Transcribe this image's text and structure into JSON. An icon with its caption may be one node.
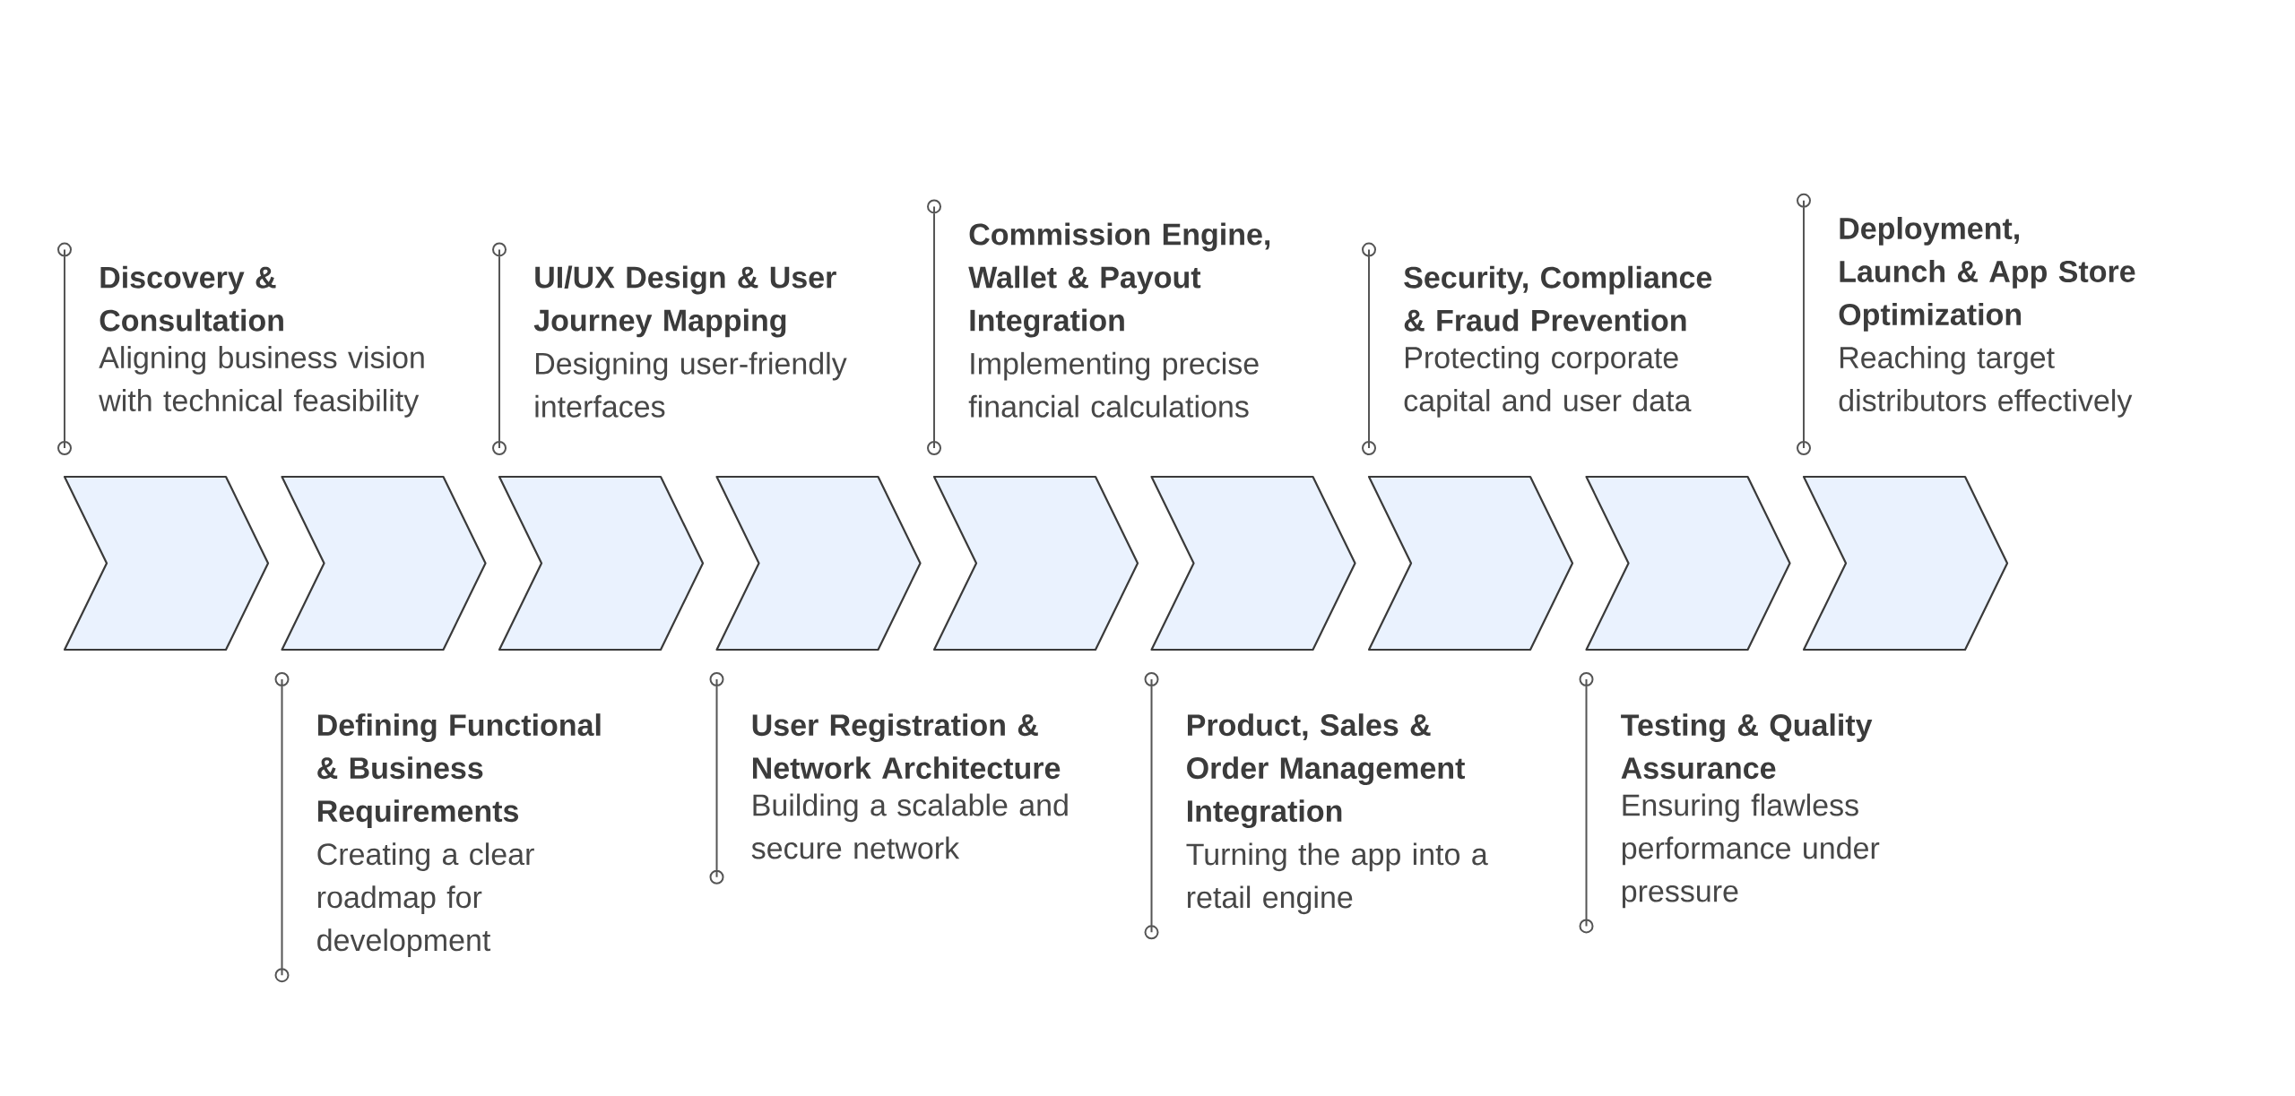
{
  "diagram": {
    "nodes": [
      {
        "text": [],
        "shape": "chevron",
        "beside": [
          "Discovery & Consultation",
          "Aligning business vision with technical feasibility"
        ]
      },
      {
        "text": [],
        "shape": "chevron",
        "beside": [
          "Defining Functional & Business Requirements",
          "Creating a clear roadmap for development"
        ]
      },
      {
        "text": [],
        "shape": "chevron",
        "beside": [
          "UI/UX Design & User Journey Mapping",
          "Designing user-friendly interfaces"
        ]
      },
      {
        "text": [],
        "shape": "chevron",
        "beside": [
          "User Registration & Network Architecture",
          "Building a scalable and secure network"
        ]
      },
      {
        "text": [],
        "shape": "chevron",
        "beside": [
          "Commission Engine, Wallet & Payout Integration",
          "Implementing precise financial calculations"
        ]
      },
      {
        "text": [],
        "shape": "chevron",
        "beside": [
          "Product, Sales & Order Management Integration",
          "Turning the app into a retail engine"
        ]
      },
      {
        "text": [],
        "shape": "chevron",
        "beside": [
          "Security, Compliance & Fraud Prevention",
          "Protecting corporate capital and user data"
        ]
      },
      {
        "text": [],
        "shape": "chevron",
        "beside": [
          "Testing & Quality Assurance",
          "Ensuring flawless performance under pressure"
        ]
      },
      {
        "text": [],
        "shape": "chevron",
        "beside": [
          "Deployment, Launch & App Store Optimization",
          "Reaching target distributors effectively"
        ]
      }
    ]
  }
}
